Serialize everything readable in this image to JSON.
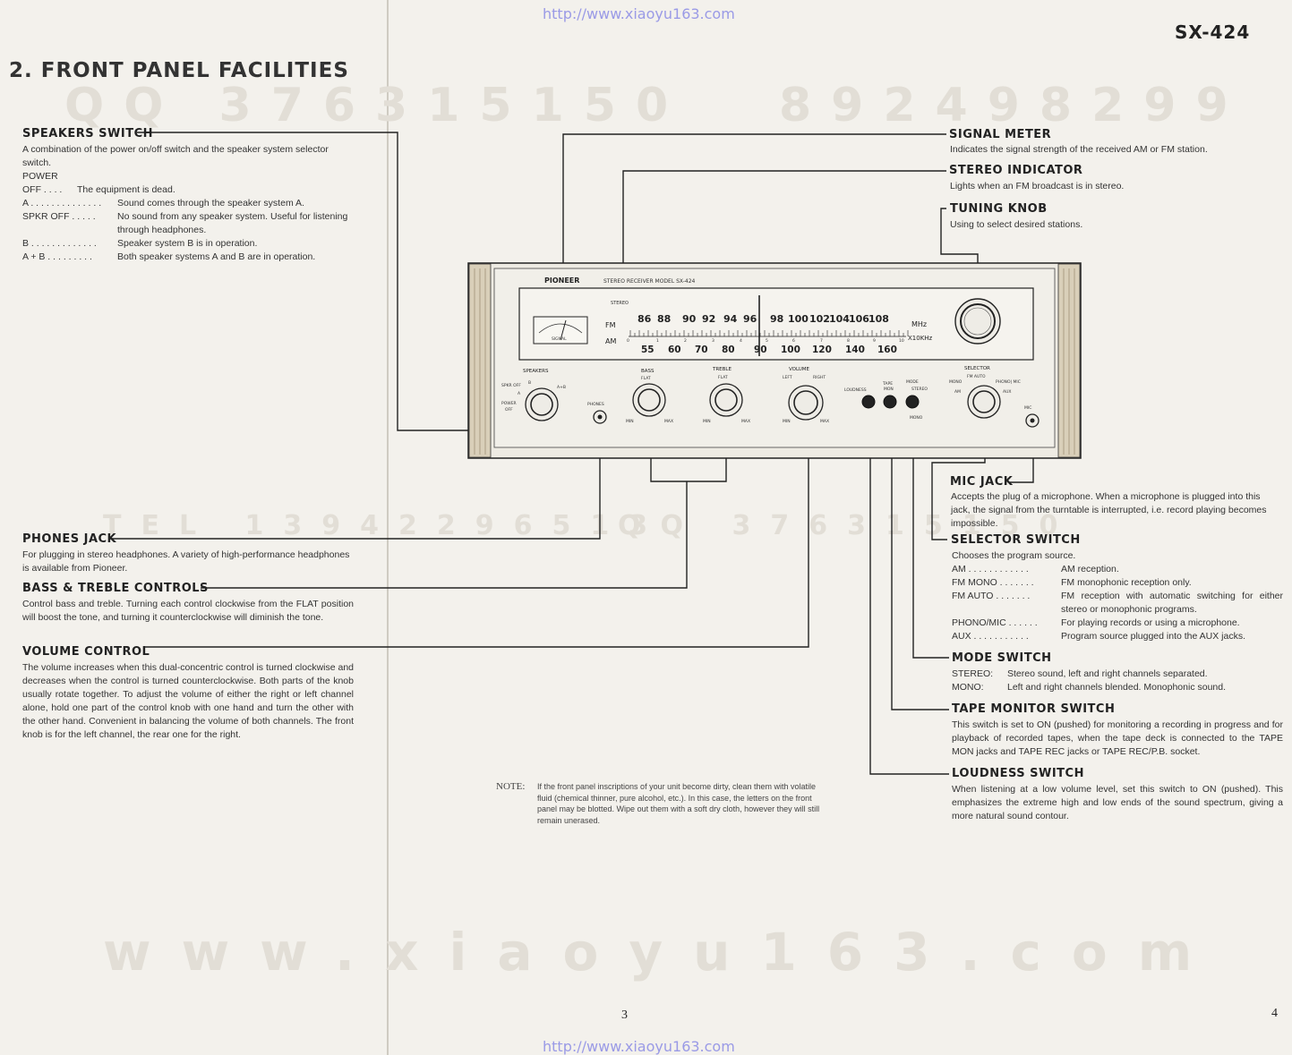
{
  "watermarks": {
    "url_top": "http://www.xiaoyu163.com",
    "url_bottom": "http://www.xiaoyu163.com",
    "qq_left": "QQ 376315150",
    "qq_right": "892498299",
    "tel_mid": "TEL 13942296513",
    "qq_mid": "QQ 376315150",
    "site": "www.xiaoyu163.com"
  },
  "header": {
    "model": "SX-424",
    "title": "2. FRONT PANEL FACILITIES"
  },
  "speakers": {
    "heading": "SPEAKERS SWITCH",
    "intro": "A combination of the power on/off switch and the speaker system selector switch.",
    "power": "POWER",
    "rows": [
      {
        "k": "OFF . . . .",
        "v": "The equipment is dead."
      },
      {
        "k": "A . . . . . . . . . . . . . .",
        "v": "Sound comes through the speaker system A."
      },
      {
        "k": "SPKR OFF . . . . .",
        "v": "No sound from any speaker system. Useful for listening through headphones."
      },
      {
        "k": "B . . . . . . . . . . . . .",
        "v": "Speaker system B is in operation."
      },
      {
        "k": "A + B . . . . . . . . .",
        "v": "Both speaker systems A and B are in operation."
      }
    ]
  },
  "phones": {
    "heading": "PHONES JACK",
    "text": "For plugging in stereo headphones. A variety of high-performance headphones is available from Pioneer."
  },
  "bass": {
    "heading": "BASS & TREBLE CONTROLS",
    "text": "Control bass and treble. Turning each control clockwise from the FLAT position will boost the tone, and turning it counterclockwise will diminish the tone."
  },
  "volume": {
    "heading": "VOLUME CONTROL",
    "text": "The volume increases when this dual-concentric control is turned clockwise and decreases when the control is turned counterclockwise. Both parts of the knob usually rotate together. To adjust the volume of either the right or left channel alone, hold one part of the control knob with one hand and turn the other with the other hand. Convenient in balancing the volume of both channels. The front knob is for the left channel, the rear one for the right."
  },
  "signal": {
    "heading": "SIGNAL METER",
    "text": "Indicates the signal strength of the received AM or FM station."
  },
  "stereo": {
    "heading": "STEREO INDICATOR",
    "text": "Lights when an FM broadcast is in stereo."
  },
  "tuning": {
    "heading": "TUNING KNOB",
    "text": "Using to select desired stations."
  },
  "mic": {
    "heading": "MIC JACK",
    "text": "Accepts the plug of a microphone. When a microphone is plugged into this jack, the signal from the turntable is interrupted, i.e. record playing becomes impossible."
  },
  "selector": {
    "heading": "SELECTOR SWITCH",
    "intro": "Chooses the program source.",
    "rows": [
      {
        "k": "AM . . . . . . . . . . . .",
        "v": "AM reception."
      },
      {
        "k": "FM MONO . . . . . . .",
        "v": "FM monophonic reception only."
      },
      {
        "k": "FM AUTO . . . . . . .",
        "v": "FM reception with automatic switching for either stereo or monophonic programs."
      },
      {
        "k": "PHONO/MIC . . . . . .",
        "v": "For playing records or using a microphone."
      },
      {
        "k": "AUX . . . . . . . . . . .",
        "v": "Program source plugged into the AUX jacks."
      }
    ]
  },
  "mode": {
    "heading": "MODE SWITCH",
    "rows": [
      {
        "k": "STEREO:",
        "v": "Stereo sound, left and right channels separated."
      },
      {
        "k": "MONO:",
        "v": "Left and right channels blended. Monophonic sound."
      }
    ]
  },
  "tape": {
    "heading": "TAPE MONITOR SWITCH",
    "text": "This switch is set to ON (pushed) for monitoring a recording in progress and for playback of recorded tapes, when the tape deck is connected to the TAPE MON jacks and TAPE REC jacks or TAPE REC/P.B. socket."
  },
  "loudness": {
    "heading": "LOUDNESS SWITCH",
    "text": "When listening at a low volume level, set this switch to ON (pushed). This emphasizes the extreme high and low ends of the sound spectrum, giving a more natural sound contour."
  },
  "note": {
    "label": "NOTE:",
    "text": "If the front panel inscriptions of your unit become dirty, clean them with volatile fluid (chemical thinner, pure alcohol, etc.). In this case, the letters on the front panel may be blotted. Wipe out them with a soft dry cloth, however they will still remain unerased."
  },
  "pages": {
    "left": "3",
    "right": "4"
  },
  "panel": {
    "brand": "PIONEER",
    "model_text": "STEREO RECEIVER MODEL SX-424",
    "stereo_lbl": "STEREO",
    "signal_lbl": "SIGNAL",
    "fm_lbl": "FM",
    "am_lbl": "AM",
    "fm_scale": [
      "86",
      "88",
      "90",
      "92",
      "94",
      "96",
      "98",
      "100",
      "102",
      "104",
      "106",
      "108"
    ],
    "fm_unit": "MHz",
    "am_scale": [
      "55",
      "60",
      "70",
      "80",
      "90",
      "100",
      "120",
      "140",
      "160"
    ],
    "am_unit": "X10KHz",
    "am_small": [
      "0",
      "1",
      "2",
      "3",
      "4",
      "5",
      "6",
      "7",
      "8",
      "9",
      "10"
    ],
    "speakers_lbl": "SPEAKERS",
    "spk_off": "SPKR OFF",
    "spk_b": "B",
    "spk_a": "A",
    "spk_ab": "A+B",
    "power_lbl": "POWER",
    "off_lbl": "OFF",
    "phones_lbl": "PHONES",
    "bass_lbl": "BASS",
    "treble_lbl": "TREBLE",
    "volume_lbl": "VOLUME",
    "flat": "FLAT",
    "min": "MIN",
    "max": "MAX",
    "left": "LEFT",
    "right": "RIGHT",
    "loudness_lbl": "LOUDNESS",
    "tape_lbl": "TAPE",
    "mon_lbl": "MON",
    "mode_lbl": "MODE",
    "stereo_mode": "STEREO",
    "mono_mode": "MONO",
    "selector_lbl": "SELECTOR",
    "fm_auto": "FM AUTO",
    "mono_sel": "MONO",
    "phono_mic": "PHONO| MIC",
    "am_sel": "AM",
    "aux_sel": "AUX",
    "mic_lbl": "MIC"
  }
}
